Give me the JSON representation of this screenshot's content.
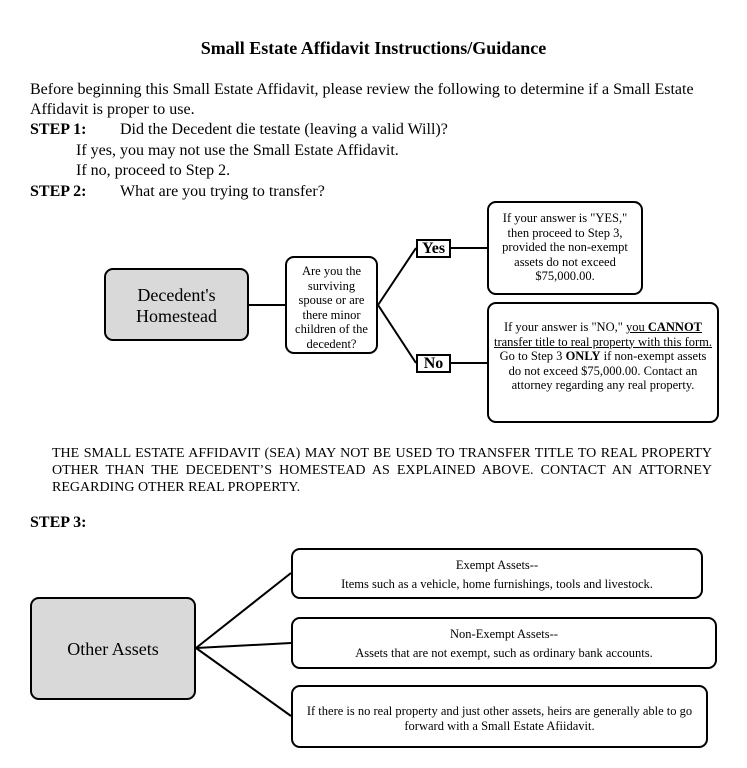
{
  "title": "Small Estate Affidavit Instructions/Guidance",
  "intro": "Before beginning this Small Estate Affidavit, please review the following to determine if a Small Estate Affidavit is proper to use.",
  "step1": {
    "label": "STEP 1:",
    "question": "Did the Decedent die testate (leaving a valid Will)?",
    "if_yes": "If yes, you may not use the Small Estate Affidavit.",
    "if_no": "If no, proceed to Step 2."
  },
  "step2": {
    "label": "STEP 2:",
    "question": "What are you trying to transfer?",
    "homestead_box": "Decedent's Homestead",
    "question_box": "Are you the surviving spouse or are there minor children of the decedent?",
    "yes_tag": "Yes",
    "no_tag": "No",
    "yes_box": "If your answer is \"YES,\" then proceed to Step 3, provided the non-exempt assets do not exceed $75,000.00.",
    "no_box": {
      "part1": "If your answer is \"NO,\" ",
      "part2_underlined": "you ",
      "part3_bold_underlined": "CANNOT",
      "part4_underlined": " transfer title to real property with this form.",
      "part5": "  Go to Step  3 ",
      "part6_bold": "ONLY",
      "part7": " if non-exempt assets do not exceed $75,000.00. Contact an attorney regarding any real property."
    }
  },
  "notice": "THE SMALL ESTATE AFFIDAVIT (SEA) MAY NOT BE USED TO TRANSFER TITLE TO REAL PROPERTY OTHER THAN THE DECEDENT’S HOMESTEAD AS EXPLAINED ABOVE. CONTACT AN ATTORNEY REGARDING OTHER REAL PROPERTY.",
  "step3": {
    "label": "STEP 3:",
    "other_assets_box": "Other Assets",
    "exempt": {
      "heading": "Exempt Assets--",
      "text": "Items such as a vehicle, home furnishings, tools and livestock."
    },
    "non_exempt": {
      "heading": "Non-Exempt Assets--",
      "text": "Assets that are not exempt, such as ordinary bank accounts."
    },
    "no_real_property": "If there is no real property and just other assets, heirs are generally able to go forward with a Small Estate Afiidavit."
  }
}
